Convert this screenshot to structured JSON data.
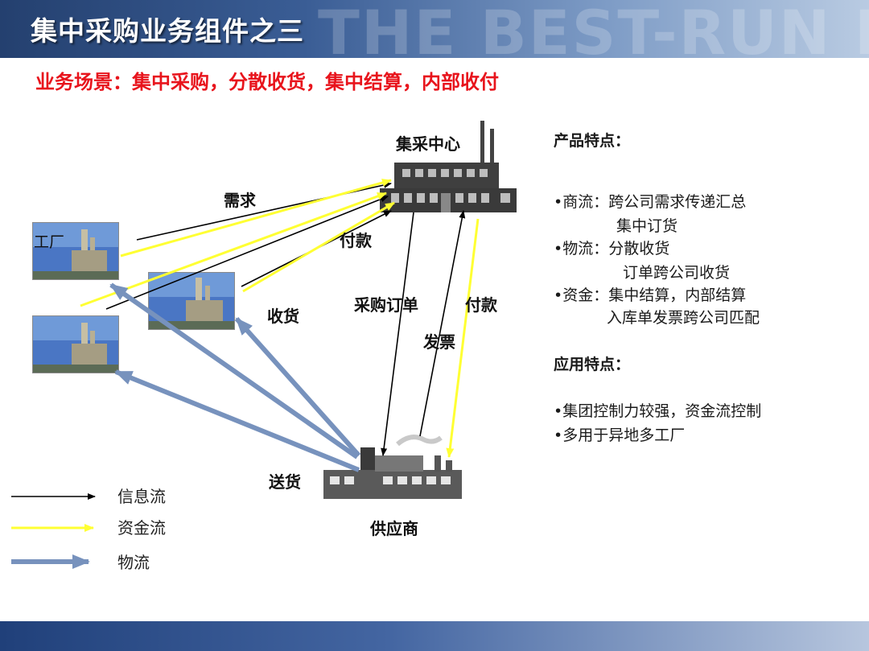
{
  "header": {
    "title": "集中采购业务组件之三",
    "watermark": "THE BEST-RUN BUSIN"
  },
  "subtitle": "业务场景：集中采购，分散收货，集中结算，内部收付",
  "diagram": {
    "nodes": {
      "central": "集采中心",
      "factory": "工厂",
      "supplier": "供应商"
    },
    "flow_labels": {
      "demand": "需求",
      "payment_top": "付款",
      "receipt": "收货",
      "purchase_order": "采购订单",
      "payment_right": "付款",
      "invoice": "发票",
      "delivery": "送货"
    }
  },
  "legend": [
    {
      "label": "信息流",
      "color": "#000000",
      "kind": "info"
    },
    {
      "label": "资金流",
      "color": "#ffff33",
      "kind": "funds"
    },
    {
      "label": "物流",
      "color": "#7792bd",
      "kind": "goods"
    }
  ],
  "features": {
    "product_title": "产品特点：",
    "product_lines": [
      "•商流：跨公司需求传递汇总",
      "集中订货",
      "•物流：分散收货",
      "订单跨公司收货",
      "•资金：集中结算，内部结算",
      "入库单发票跨公司匹配"
    ],
    "app_title": "应用特点：",
    "app_lines": [
      "•集团控制力较强，资金流控制",
      "•多用于异地多工厂"
    ]
  },
  "colors": {
    "subtitle": "#e8141c",
    "info_arrow": "#000000",
    "funds_arrow": "#ffff33",
    "goods_arrow": "#7792bd",
    "header_dark": "#24406f"
  }
}
